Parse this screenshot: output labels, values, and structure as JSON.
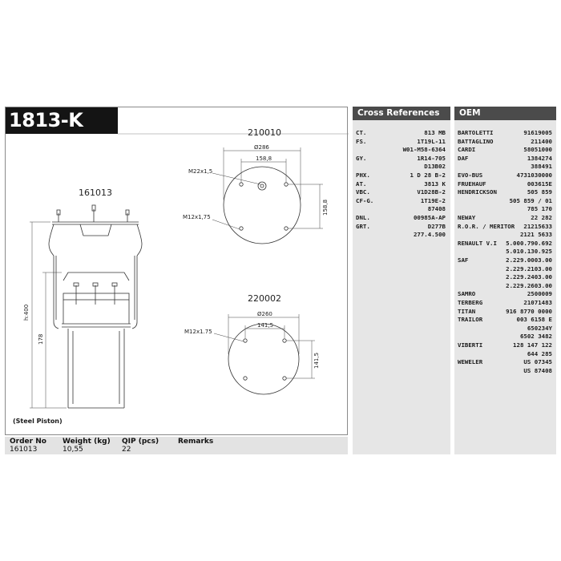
{
  "product": {
    "code": "1813-K",
    "piston_label": "(Steel Piston)",
    "part_body": "161013",
    "part_top_plate": "210010",
    "part_bottom_plate": "220002"
  },
  "drawing": {
    "top_plate": {
      "diameter": "Ø286",
      "spacing_h": "158,8",
      "spacing_v": "158,8",
      "thread_center": "M22x1,5",
      "thread_bolt": "M12x1,75"
    },
    "bottom_plate": {
      "diameter": "Ø260",
      "spacing_h": "141,5",
      "spacing_v": "141,5",
      "thread_bolt": "M12x1.75"
    },
    "body": {
      "height_total": "h:400",
      "height_piston": "178"
    }
  },
  "order": {
    "headers": [
      "Order No",
      "Weight (kg)",
      "QIP (pcs)",
      "Remarks"
    ],
    "values": [
      "161013",
      "10,55",
      "22",
      ""
    ]
  },
  "cross_references": {
    "title": "Cross References",
    "rows": [
      {
        "k": "CT.",
        "v": "813 MB"
      },
      {
        "k": "FS.",
        "v": "1T19L-11"
      },
      {
        "k": "",
        "v": "W01-M58-6364"
      },
      {
        "k": "GY.",
        "v": "1R14-705"
      },
      {
        "k": "",
        "v": "D13B02"
      },
      {
        "k": "PHX.",
        "v": "1 D 28 B-2"
      },
      {
        "k": "AT.",
        "v": "3813 K"
      },
      {
        "k": "VBC.",
        "v": "V1D28B-2"
      },
      {
        "k": "CF-G.",
        "v": "1T19E-2"
      },
      {
        "k": "",
        "v": "87408"
      },
      {
        "k": "DNL.",
        "v": "00985A-AP"
      },
      {
        "k": "GRT.",
        "v": "D277B"
      },
      {
        "k": "",
        "v": "277.4.500"
      }
    ]
  },
  "oem": {
    "title": "OEM",
    "rows": [
      {
        "k": "BARTOLETTI",
        "v": "91619005"
      },
      {
        "k": "BATTAGLINO",
        "v": "211400"
      },
      {
        "k": "CARDI",
        "v": "58051000"
      },
      {
        "k": "DAF",
        "v": "1384274"
      },
      {
        "k": "",
        "v": "388491"
      },
      {
        "k": "EVO-BUS",
        "v": "4731030000"
      },
      {
        "k": "FRUEHAUF",
        "v": "003615E"
      },
      {
        "k": "HENDRICKSON",
        "v": "505 859"
      },
      {
        "k": "",
        "v": "505 859 / 01"
      },
      {
        "k": "",
        "v": "785 170"
      },
      {
        "k": "NEWAY",
        "v": "22 282"
      },
      {
        "k": "R.O.R. / MERITOR",
        "v": "21215633"
      },
      {
        "k": "",
        "v": "2121 5633"
      },
      {
        "k": "RENAULT V.I",
        "v": "5.000.790.692"
      },
      {
        "k": "",
        "v": "5.010.130.925"
      },
      {
        "k": "SAF",
        "v": "2.229.0003.00"
      },
      {
        "k": "",
        "v": "2.229.2103.00"
      },
      {
        "k": "",
        "v": "2.229.2403.00"
      },
      {
        "k": "",
        "v": "2.229.2603.00"
      },
      {
        "k": "SAMRO",
        "v": "2500009"
      },
      {
        "k": "TERBERG",
        "v": "21071483"
      },
      {
        "k": "TITAN",
        "v": "916 8770 0000"
      },
      {
        "k": "TRAILOR",
        "v": "003 6158 E"
      },
      {
        "k": "",
        "v": "650234Y"
      },
      {
        "k": "",
        "v": "6502 3482"
      },
      {
        "k": "VIBERTI",
        "v": "128 147 122"
      },
      {
        "k": "",
        "v": "644 285"
      },
      {
        "k": "WEWELER",
        "v": "US 07345"
      },
      {
        "k": "",
        "v": "US 87408"
      }
    ]
  }
}
